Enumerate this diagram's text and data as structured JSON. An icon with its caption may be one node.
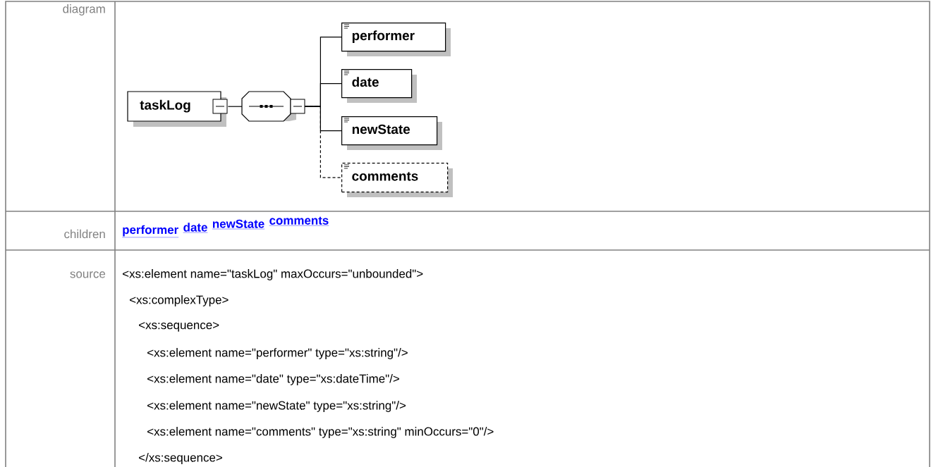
{
  "diagram": {
    "nodes": [
      {
        "text": [
          "taskLog"
        ]
      },
      {
        "text": [],
        "shape": "octagon"
      },
      {
        "text": [
          "performer"
        ]
      },
      {
        "text": [
          "date"
        ]
      },
      {
        "text": [
          "newState"
        ]
      },
      {
        "text": [
          "comments"
        ]
      }
    ],
    "edges": [
      {
        "from": 0,
        "to": 1,
        "arrow": "none"
      },
      {
        "from": 1,
        "to": 2,
        "arrow": "none"
      },
      {
        "from": 1,
        "to": 3,
        "arrow": "none"
      },
      {
        "from": 1,
        "to": 4,
        "arrow": "none"
      },
      {
        "from": 1,
        "to": 5,
        "arrow": "none",
        "style": "dashed"
      }
    ],
    "labels": [
      "diagram",
      "children",
      "performer",
      "date",
      "newState",
      "comments",
      "source",
      "<xs:element name=\"taskLog\" maxOccurs=\"unbounded\">",
      "<xs:complexType>",
      "<xs:sequence>",
      "<xs:element name=\"performer\" type=\"xs:string\"/>",
      "<xs:element name=\"date\" type=\"xs:dateTime\"/>",
      "<xs:element name=\"newState\" type=\"xs:string\"/>",
      "<xs:element name=\"comments\" type=\"xs:string\" minOccurs=\"0\"/>",
      "</xs:sequence>"
    ]
  }
}
